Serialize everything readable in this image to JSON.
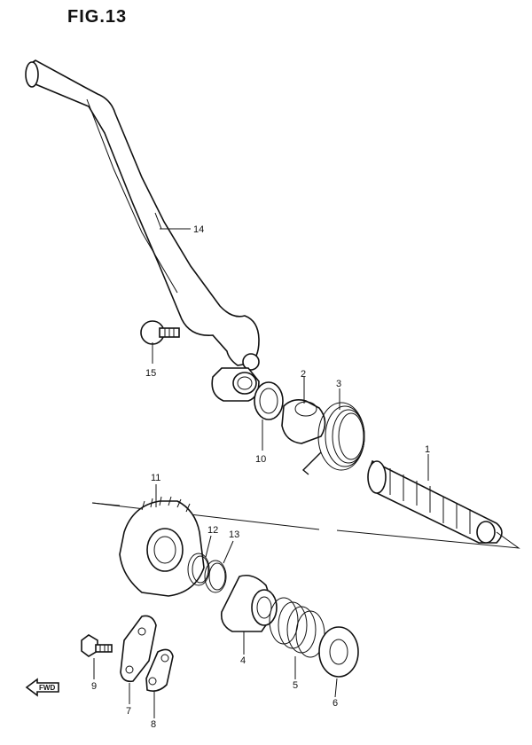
{
  "figure": {
    "title": "FIG.13"
  },
  "callouts": {
    "c1": "1",
    "c2": "2",
    "c3": "3",
    "c4": "4",
    "c5": "5",
    "c6": "6",
    "c7": "7",
    "c8": "8",
    "c9": "9",
    "c10": "10",
    "c11": "11",
    "c12": "12",
    "c13": "13",
    "c14": "14",
    "c15": "15"
  },
  "fwd": {
    "label": "FWD",
    "icon": "arrow-left-icon"
  }
}
